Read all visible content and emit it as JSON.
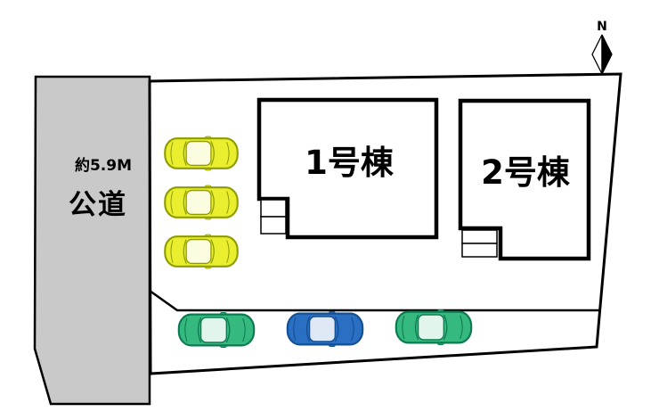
{
  "page": {
    "background": "#ffffff"
  },
  "road": {
    "width_label": "約5.9M",
    "name_label": "公道",
    "fill": "#c9c9c9"
  },
  "compass": {
    "label": "N"
  },
  "buildings": [
    {
      "label": "1号棟"
    },
    {
      "label": "2号棟"
    }
  ],
  "cars": {
    "yellow": {
      "body": "#e9ee2e",
      "outline": "#8f9c00"
    },
    "green": {
      "body": "#35b97f",
      "outline": "#0c7a50"
    },
    "blue": {
      "body": "#2a6fc2",
      "outline": "#134f93"
    }
  }
}
